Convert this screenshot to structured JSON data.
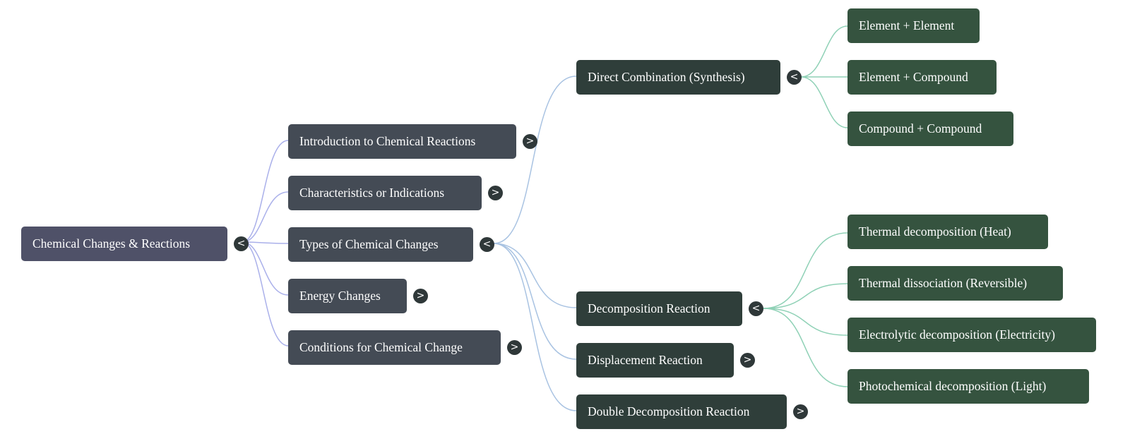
{
  "toggle_glyphs": {
    "expanded": "<",
    "collapsed": ">"
  },
  "colors": {
    "root": "#4f5168",
    "level1": "#444b55",
    "level2": "#2f3e3a",
    "level3": "#35533f",
    "toggle": "#2f3839",
    "link_level1": "#aab0ea",
    "link_level2": "#a9c3e2",
    "link_level3": "#8fd1b6"
  },
  "mindmap": {
    "label": "Chemical Changes & Reactions",
    "children": [
      {
        "label": "Introduction to Chemical Reactions",
        "expanded": false
      },
      {
        "label": "Characteristics or Indications",
        "expanded": false
      },
      {
        "label": "Types of Chemical Changes",
        "expanded": true,
        "children": [
          {
            "label": "Direct Combination (Synthesis)",
            "expanded": true,
            "children": [
              {
                "label": "Element + Element"
              },
              {
                "label": "Element + Compound"
              },
              {
                "label": "Compound + Compound"
              }
            ]
          },
          {
            "label": "Decomposition Reaction",
            "expanded": true,
            "children": [
              {
                "label": "Thermal decomposition (Heat)"
              },
              {
                "label": "Thermal dissociation (Reversible)"
              },
              {
                "label": "Electrolytic decomposition (Electricity)"
              },
              {
                "label": "Photochemical decomposition (Light)"
              }
            ]
          },
          {
            "label": "Displacement Reaction",
            "expanded": false
          },
          {
            "label": "Double Decomposition Reaction",
            "expanded": false
          }
        ]
      },
      {
        "label": "Energy Changes",
        "expanded": false
      },
      {
        "label": "Conditions for Chemical Change",
        "expanded": false
      }
    ]
  }
}
